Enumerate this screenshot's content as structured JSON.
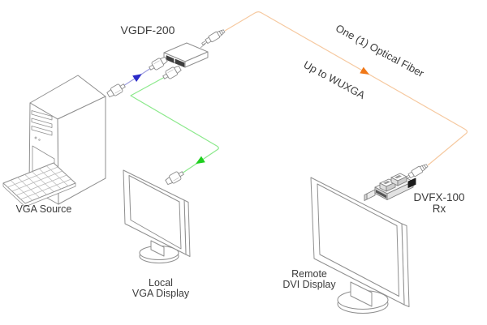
{
  "diagram": {
    "transmitter": {
      "model_label": "VGDF-200"
    },
    "receiver": {
      "model_label": "DVFX-100",
      "role_label": "Rx"
    },
    "source": {
      "label": "VGA Source"
    },
    "local_display": {
      "label_line1": "Local",
      "label_line2": "VGA Display"
    },
    "remote_display": {
      "label_line1": "Remote",
      "label_line2": "DVI Display"
    },
    "fiber_link": {
      "label": "One (1) Optical Fiber",
      "capability_label": "Up to WUXGA"
    },
    "colors": {
      "line_art": "#8f8f8f",
      "vga_cable": "#9e9ee0",
      "vga_arrow": "#2a2ac8",
      "local_cable": "#8ce98c",
      "local_arrow": "#1ecf1e",
      "fiber_cable": "#f6c9a0",
      "fiber_arrow": "#f07818",
      "text": "#3b3b3b"
    }
  }
}
